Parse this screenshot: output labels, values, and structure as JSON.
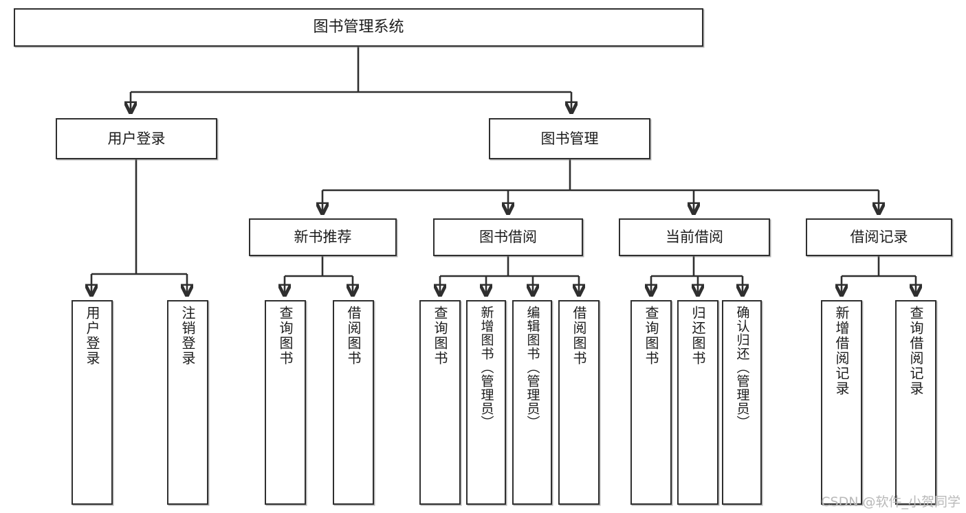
{
  "diagram": {
    "title": "图书管理系统",
    "watermark": "CSDN @软件_小贺同学",
    "line_color": "#2f2f2f",
    "box_fill": "#ffffff",
    "text_color": "#1c1c1c"
  },
  "nodes": {
    "root": {
      "label": "图书管理系统"
    },
    "level2": [
      {
        "label": "用户登录"
      },
      {
        "label": "图书管理"
      }
    ],
    "level3": [
      {
        "label": "新书推荐"
      },
      {
        "label": "图书借阅"
      },
      {
        "label": "当前借阅"
      },
      {
        "label": "借阅记录"
      }
    ],
    "leaves_user_login": [
      {
        "label": "用户登录"
      },
      {
        "label": "注销登录"
      }
    ],
    "leaves_new_book": [
      {
        "label": "查询图书"
      },
      {
        "label": "借阅图书"
      }
    ],
    "leaves_borrow": [
      {
        "label": "查询图书"
      },
      {
        "label": "新增图书（管理员）"
      },
      {
        "label": "编辑图书（管理员）"
      },
      {
        "label": "借阅图书"
      }
    ],
    "leaves_current": [
      {
        "label": "查询图书"
      },
      {
        "label": "归还图书"
      },
      {
        "label": "确认归还（管理员）"
      }
    ],
    "leaves_record": [
      {
        "label": "新增借阅记录"
      },
      {
        "label": "查询借阅记录"
      }
    ]
  }
}
